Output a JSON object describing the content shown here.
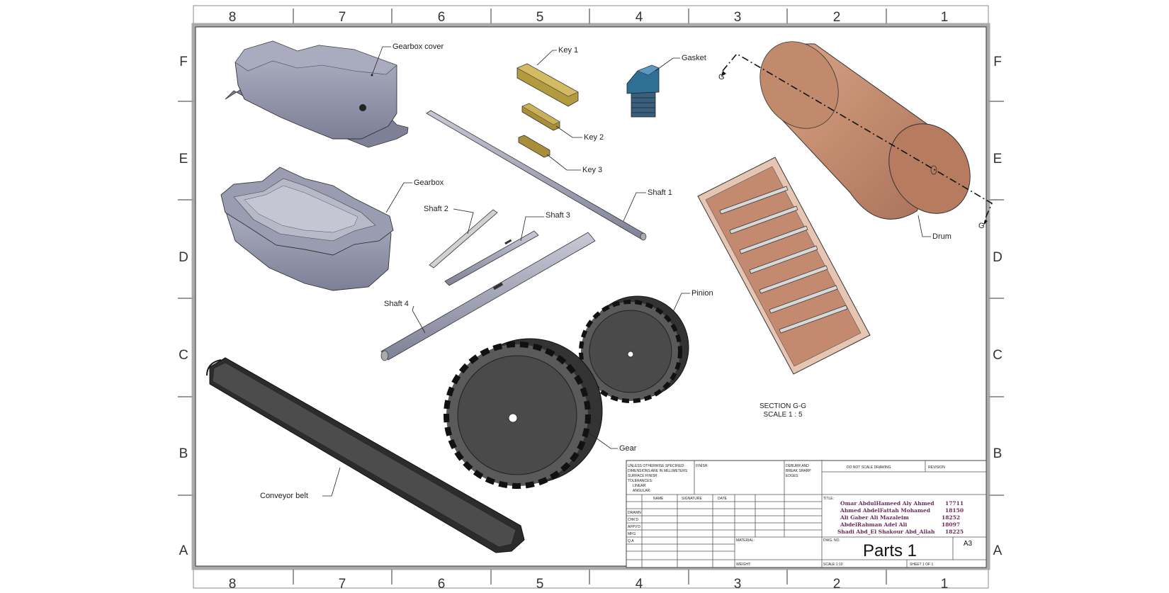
{
  "zones": {
    "columns": [
      "8",
      "7",
      "6",
      "5",
      "4",
      "3",
      "2",
      "1"
    ],
    "rows": [
      "F",
      "E",
      "D",
      "C",
      "B",
      "A"
    ]
  },
  "callouts": {
    "gearbox_cover": "Gearbox cover",
    "gearbox": "Gearbox",
    "key1": "Key 1",
    "key2": "Key 2",
    "key3": "Key 3",
    "gasket": "Gasket",
    "shaft1": "Shaft 1",
    "shaft2": "Shaft 2",
    "shaft3": "Shaft 3",
    "shaft4": "Shaft 4",
    "pinion": "Pinion",
    "gear": "Gear",
    "drum": "Drum",
    "conveyor_belt": "Conveyor belt"
  },
  "section": {
    "cut_label": "G",
    "title": "SECTION G-G",
    "scale": "SCALE 1 : 5"
  },
  "title_block": {
    "tolerance_note": [
      "UNLESS OTHERWISE SPECIFIED:",
      "DIMENSIONS ARE IN MILLIMETERS",
      "SURFACE FINISH:",
      "TOLERANCES:",
      "LINEAR:",
      "ANGULAR:"
    ],
    "finish_label": "FINISH:",
    "deburr_note": [
      "DEBURR AND",
      "BREAK SHARP",
      "EDGES"
    ],
    "do_not_scale": "DO NOT SCALE DRAWING",
    "revision_label": "REVISION",
    "col_headers": [
      "NAME",
      "SIGNATURE",
      "DATE"
    ],
    "row_labels": [
      "DRAWN",
      "CHK'D",
      "APPV'D",
      "MFG",
      "Q.A"
    ],
    "title_label": "TITLE:",
    "material_label": "MATERIAL:",
    "dwg_no_label": "DWG. NO.",
    "weight_label": "WEIGHT:",
    "scale_label": "SCALE:1:10",
    "sheet_label": "SHEET 1 OF 1",
    "names": [
      {
        "name": "Omar AbdulHameed Aly Ahmed",
        "id": "17711"
      },
      {
        "name": "Ahmed AbdelFattah Mohamed",
        "id": "18150"
      },
      {
        "name": "Ali Gaber Ali Mazaleim",
        "id": "18252"
      },
      {
        "name": "AbdelRahman Adel Ali",
        "id": "18097"
      },
      {
        "name": "Shadi Abd_El Shakour Abd_Allah",
        "id": "18225"
      }
    ],
    "drawing_title": "Parts 1",
    "sheet_size": "A3"
  },
  "colors": {
    "gray_part": "#9497ab",
    "wood": "#c89074",
    "key": "#b39a3f",
    "gasket": "#2f6f96",
    "gear": "#4a4a4a",
    "belt": "#3a3a3a",
    "names": "#6a2b5e"
  }
}
